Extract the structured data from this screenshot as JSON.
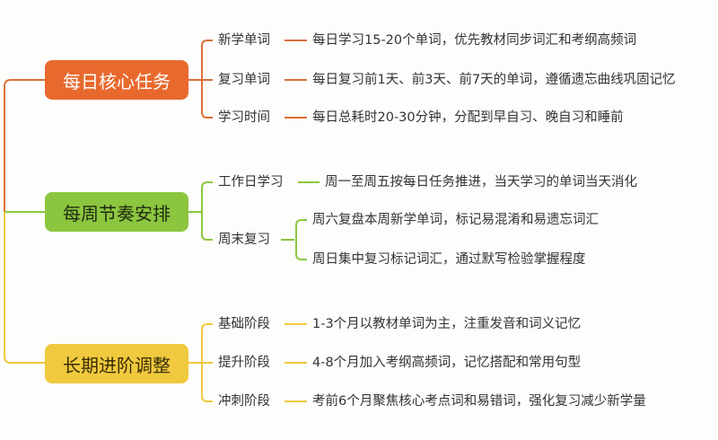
{
  "colors": {
    "orange": "#e8692e",
    "green": "#8cc63f",
    "yellow": "#f0c93e"
  },
  "branches": [
    {
      "title": "每日核心任务",
      "items": [
        {
          "label": "新学单词",
          "detail": "每日学习15-20个单词，优先教材同步词汇和考纲高频词"
        },
        {
          "label": "复习单词",
          "detail": "每日复习前1天、前3天、前7天的单词，遵循遗忘曲线巩固记忆"
        },
        {
          "label": "学习时间",
          "detail": "每日总耗时20-30分钟，分配到早自习、晚自习和睡前"
        }
      ]
    },
    {
      "title": "每周节奏安排",
      "items": [
        {
          "label": "工作日学习",
          "detail": "周一至周五按每日任务推进，当天学习的单词当天消化"
        },
        {
          "label": "周末复习",
          "details": [
            "周六复盘本周新学单词，标记易混淆和易遗忘词汇",
            "周日集中复习标记词汇，通过默写检验掌握程度"
          ]
        }
      ]
    },
    {
      "title": "长期进阶调整",
      "items": [
        {
          "label": "基础阶段",
          "detail": "1-3个月以教材单词为主，注重发音和词义记忆"
        },
        {
          "label": "提升阶段",
          "detail": "4-8个月加入考纲高频词，记忆搭配和常用句型"
        },
        {
          "label": "冲刺阶段",
          "detail": "考前6个月聚焦核心考点词和易错词，强化复习减少新学量"
        }
      ]
    }
  ]
}
